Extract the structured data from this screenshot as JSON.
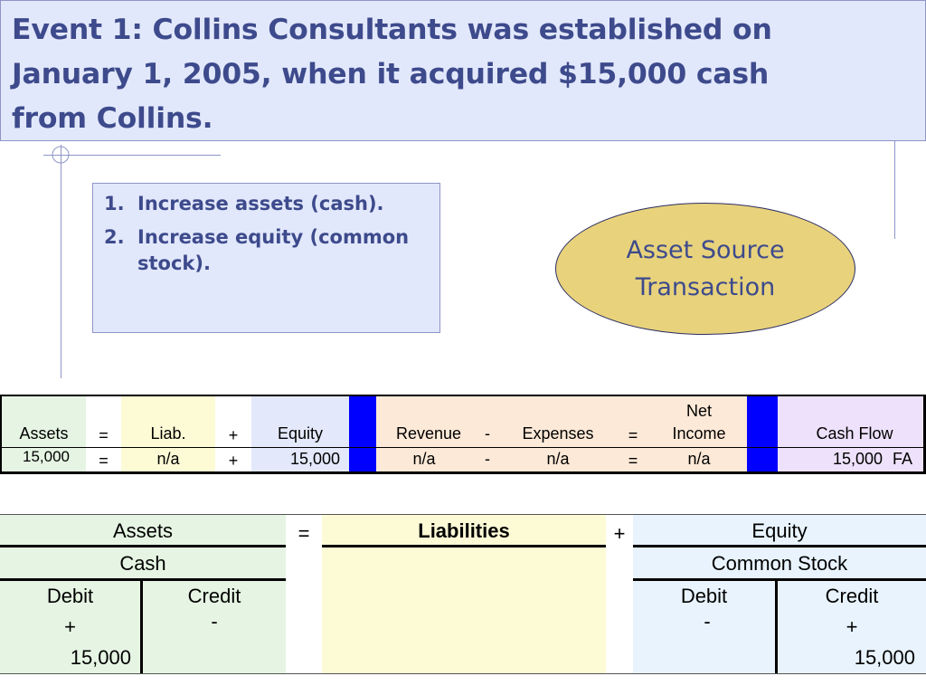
{
  "title": {
    "line1": "Event 1:  Collins Consultants was established on",
    "line2": "January 1, 2005, when it acquired $15,000 cash",
    "line3": "from Collins."
  },
  "bullets": [
    {
      "num": "1.",
      "text": "Increase assets (cash)."
    },
    {
      "num": "2.",
      "text": "Increase equity (common stock)."
    }
  ],
  "oval": {
    "line1": "Asset Source",
    "line2": "Transaction"
  },
  "horizontal": {
    "headers": {
      "assets": "Assets",
      "eq1": "=",
      "liab": "Liab.",
      "plus": "+",
      "equity": "Equity",
      "revenue": "Revenue",
      "minus": "-",
      "expenses": "Expenses",
      "eq2": "=",
      "net_income_1": "Net",
      "net_income_2": "Income",
      "cash_flow": "Cash Flow"
    },
    "row": {
      "assets": "15,000",
      "eq1": "=",
      "liab": "n/a",
      "plus": "+",
      "equity": "15,000",
      "revenue": "n/a",
      "minus": "-",
      "expenses": "n/a",
      "eq2": "=",
      "net_income": "n/a",
      "cash_flow": "15,000",
      "cash_flow_type": "FA"
    },
    "colors": {
      "assets": "#e6f5e3",
      "liab": "#fdfbd6",
      "equity": "#e3e9fb",
      "income": "#fde9d7",
      "cashflow": "#ede1fb",
      "divider": "#0000ff"
    }
  },
  "t_accounts": {
    "headers": {
      "assets": "Assets",
      "eq": "=",
      "liabilities": "Liabilities",
      "plus": "+",
      "equity": "Equity"
    },
    "cash": {
      "name": "Cash",
      "debit": "Debit",
      "credit": "Credit",
      "debit_sign": "+",
      "credit_sign": "-",
      "debit_amount": "15,000"
    },
    "common_stock": {
      "name": "Common Stock",
      "debit": "Debit",
      "credit": "Credit",
      "debit_sign": "-",
      "credit_sign": "+",
      "credit_amount": "15,000"
    },
    "colors": {
      "assets": "#e6f5e3",
      "liabilities": "#fdfbd6",
      "equity": "#e8f3fd"
    }
  }
}
